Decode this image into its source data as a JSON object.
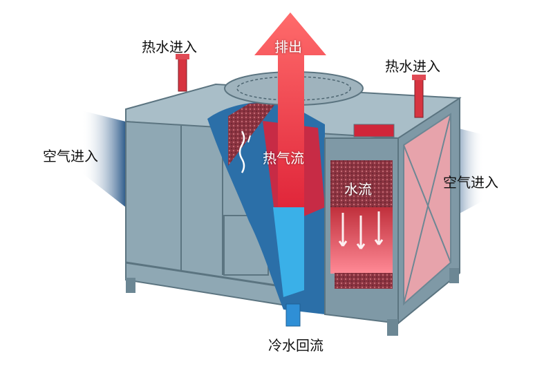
{
  "labels": {
    "exhaust": "排出",
    "hot_water_in_left": "热水进入",
    "hot_water_in_right": "热水进入",
    "air_in_left": "空气进入",
    "air_in_right": "空气进入",
    "hot_air_flow": "热气流",
    "water_flow": "水流",
    "cold_water_return": "冷水回流"
  },
  "colors": {
    "casing": "#8fa8b4",
    "casing_dark": "#6c8794",
    "hot_red": "#e0263a",
    "cold_blue": "#2f8fd6",
    "air_blue": "#2c5a8a",
    "fill_media": "#b04a55"
  }
}
